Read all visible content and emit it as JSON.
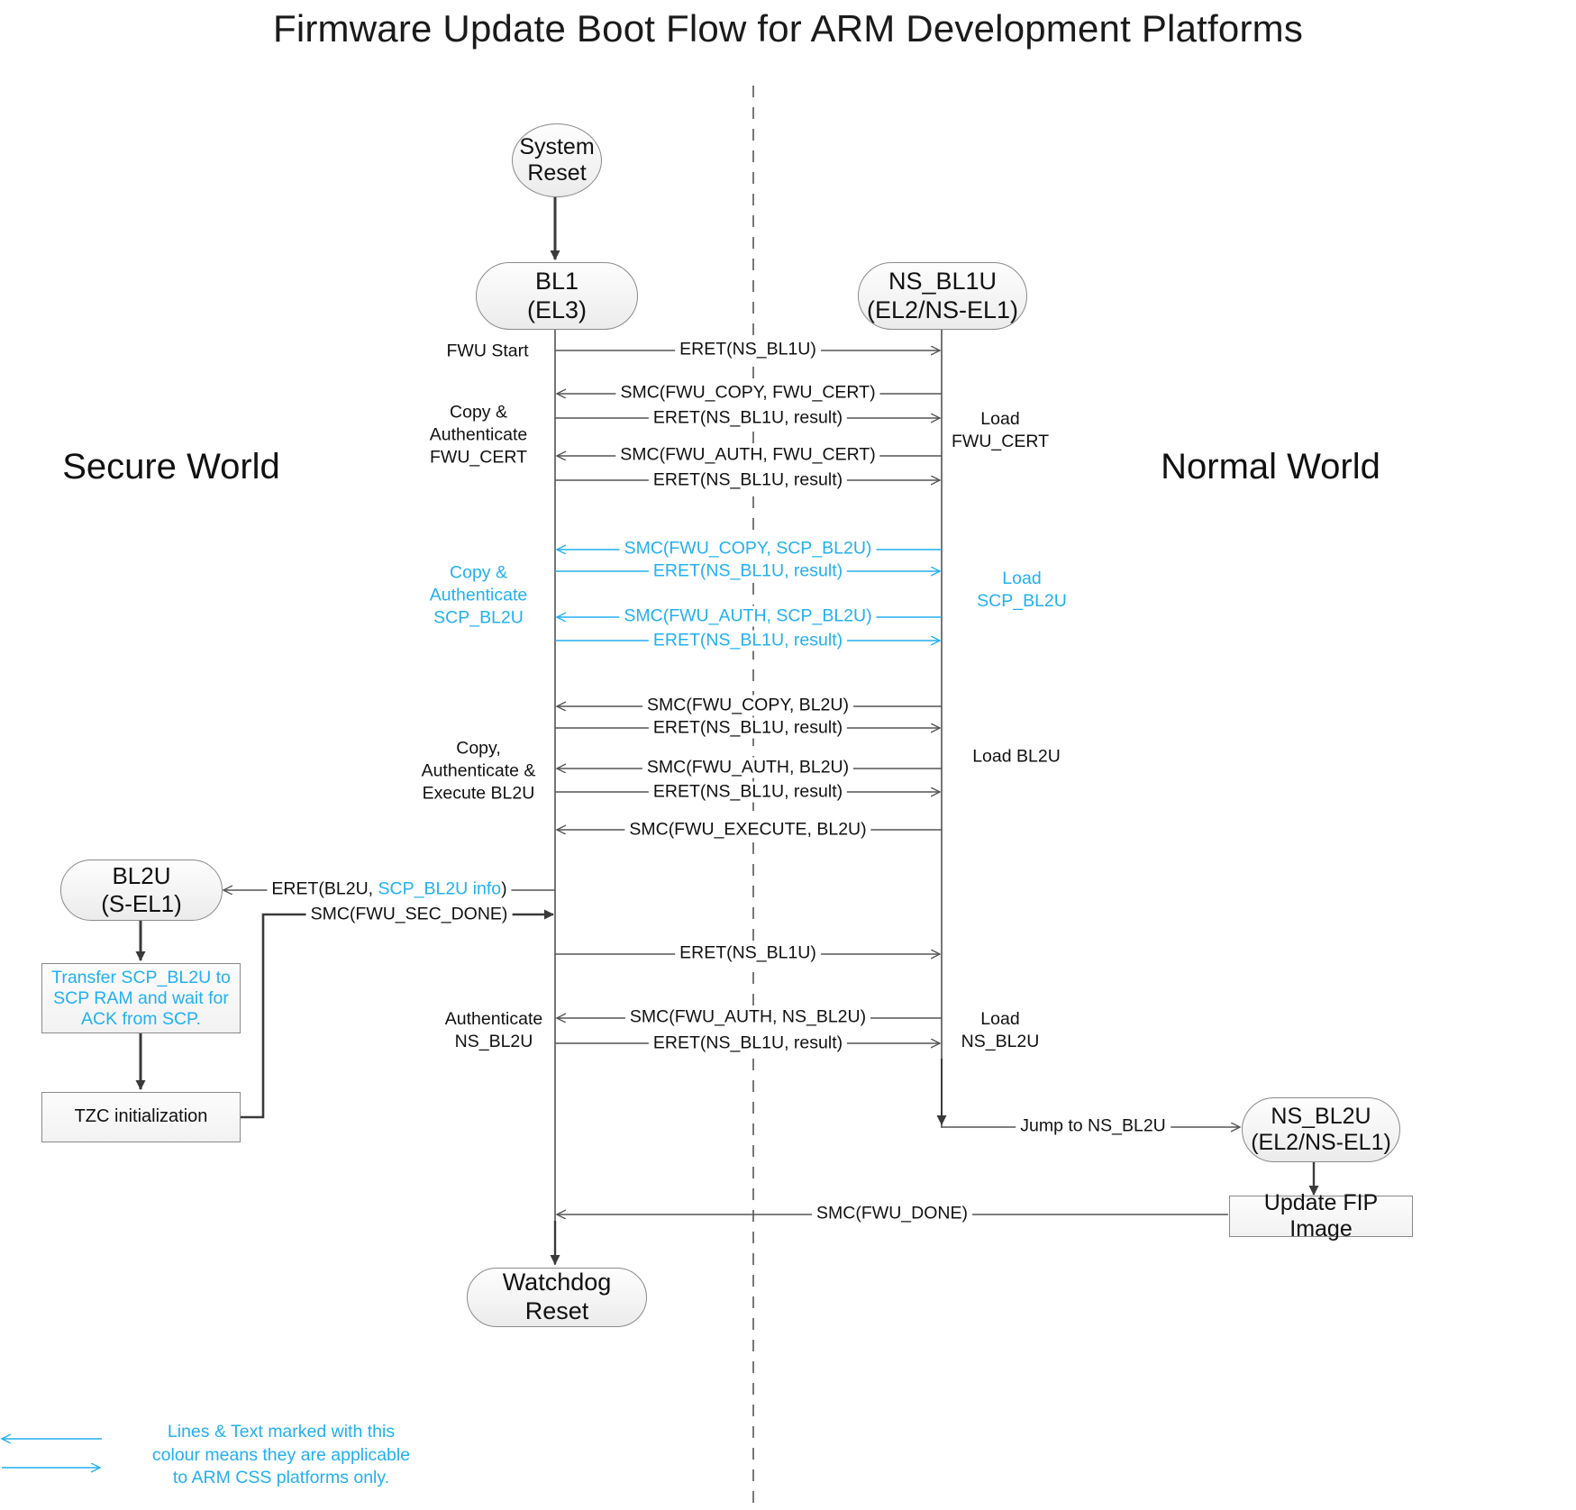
{
  "title": "Firmware Update Boot Flow for ARM Development Platforms",
  "colors": {
    "css_cyan": "#22b0ef",
    "line_dark": "#3a3a3a",
    "line_gray": "#555555",
    "node_border": "#8a8a8a"
  },
  "worlds": {
    "secure": "Secure\nWorld",
    "secure_l1": "Secure",
    "secure_l2": "World",
    "normal_l1": "Normal",
    "normal_l2": "World"
  },
  "nodes": {
    "system_reset": {
      "l1": "System",
      "l2": "Reset"
    },
    "bl1": {
      "l1": "BL1",
      "l2": "(EL3)"
    },
    "ns_bl1u": {
      "l1": "NS_BL1U",
      "l2": "(EL2/NS-EL1)"
    },
    "bl2u": {
      "l1": "BL2U",
      "l2": "(S-EL1)"
    },
    "transfer_scp": {
      "l1": "Transfer SCP_BL2U to",
      "l2": "SCP RAM and wait for",
      "l3": "ACK from SCP."
    },
    "tzc_init": {
      "l1": "TZC initialization"
    },
    "ns_bl2u": {
      "l1": "NS_BL2U",
      "l2": "(EL2/NS-EL1)"
    },
    "update_fip": {
      "l1": "Update FIP Image"
    },
    "watchdog_reset": {
      "l1": "Watchdog Reset"
    }
  },
  "messages": [
    {
      "id": "m1",
      "text": "ERET(NS_BL1U)",
      "cyan": false
    },
    {
      "id": "m2",
      "text": "SMC(FWU_COPY, FWU_CERT)",
      "cyan": false
    },
    {
      "id": "m3",
      "text": "ERET(NS_BL1U, result)",
      "cyan": false
    },
    {
      "id": "m4",
      "text": "SMC(FWU_AUTH, FWU_CERT)",
      "cyan": false
    },
    {
      "id": "m5",
      "text": "ERET(NS_BL1U, result)",
      "cyan": false
    },
    {
      "id": "m6",
      "text": "SMC(FWU_COPY, SCP_BL2U)",
      "cyan": true
    },
    {
      "id": "m7",
      "text": "ERET(NS_BL1U, result)",
      "cyan": true
    },
    {
      "id": "m8",
      "text": "SMC(FWU_AUTH, SCP_BL2U)",
      "cyan": true
    },
    {
      "id": "m9",
      "text": "ERET(NS_BL1U, result)",
      "cyan": true
    },
    {
      "id": "m10",
      "text": "SMC(FWU_COPY, BL2U)",
      "cyan": false
    },
    {
      "id": "m11",
      "text": "ERET(NS_BL1U, result)",
      "cyan": false
    },
    {
      "id": "m12",
      "text": "SMC(FWU_AUTH, BL2U)",
      "cyan": false
    },
    {
      "id": "m13",
      "text": "ERET(NS_BL1U, result)",
      "cyan": false
    },
    {
      "id": "m14",
      "text": "SMC(FWU_EXECUTE, BL2U)",
      "cyan": false
    },
    {
      "id": "m15",
      "text": "SMC(FWU_SEC_DONE)",
      "cyan": false
    },
    {
      "id": "m16",
      "text": "ERET(NS_BL1U)",
      "cyan": false
    },
    {
      "id": "m17",
      "text": "SMC(FWU_AUTH, NS_BL2U)",
      "cyan": false
    },
    {
      "id": "m18",
      "text": "ERET(NS_BL1U, result)",
      "cyan": false
    },
    {
      "id": "m19",
      "text": "Jump to NS_BL2U",
      "cyan": false
    },
    {
      "id": "m20",
      "text": "SMC(FWU_DONE)",
      "cyan": false
    }
  ],
  "eret_bl2u": {
    "prefix": "ERET(BL2U, ",
    "cyan_part": "SCP_BL2U info",
    "suffix": ")"
  },
  "left_labels": {
    "fwu_start": "FWU Start",
    "copy_auth_cert": "Copy &\nAuthenticate\nFWU_CERT",
    "copy_auth_cert_1": "Copy &",
    "copy_auth_cert_2": "Authenticate",
    "copy_auth_cert_3": "FWU_CERT",
    "copy_auth_scp_1": "Copy &",
    "copy_auth_scp_2": "Authenticate",
    "copy_auth_scp_3": "SCP_BL2U",
    "copy_auth_exec_1": "Copy,",
    "copy_auth_exec_2": "Authenticate &",
    "copy_auth_exec_3": "Execute BL2U",
    "auth_nsbl2u_1": "Authenticate",
    "auth_nsbl2u_2": "NS_BL2U"
  },
  "right_labels": {
    "load_fwu_cert_1": "Load",
    "load_fwu_cert_2": "FWU_CERT",
    "load_scp_bl2u_1": "Load",
    "load_scp_bl2u_2": "SCP_BL2U",
    "load_bl2u": "Load BL2U",
    "load_ns_bl2u_1": "Load",
    "load_ns_bl2u_2": "NS_BL2U"
  },
  "legend": {
    "l1": "Lines & Text marked with this",
    "l2": "colour means they are applicable",
    "l3": "to ARM CSS platforms only."
  }
}
